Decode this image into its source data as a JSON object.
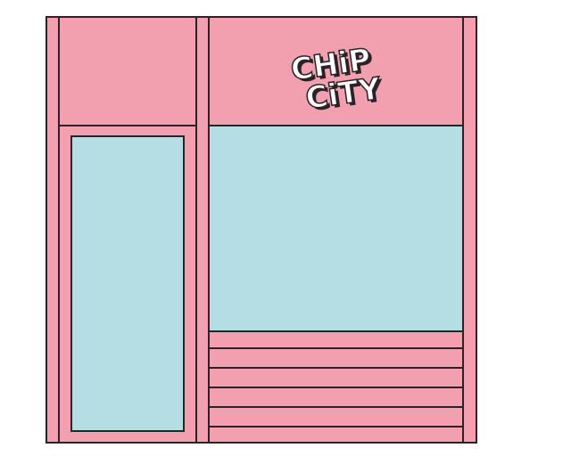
{
  "storefront": {
    "sign_line1": "CHiP",
    "sign_line2": "CiTY",
    "colors": {
      "wall": "#f29fb0",
      "glass": "#b5dde4",
      "outline": "#2a2226",
      "logo_fill": "#ffffff",
      "logo_shadow": "#2a2226"
    },
    "panel_stripes": 6
  }
}
